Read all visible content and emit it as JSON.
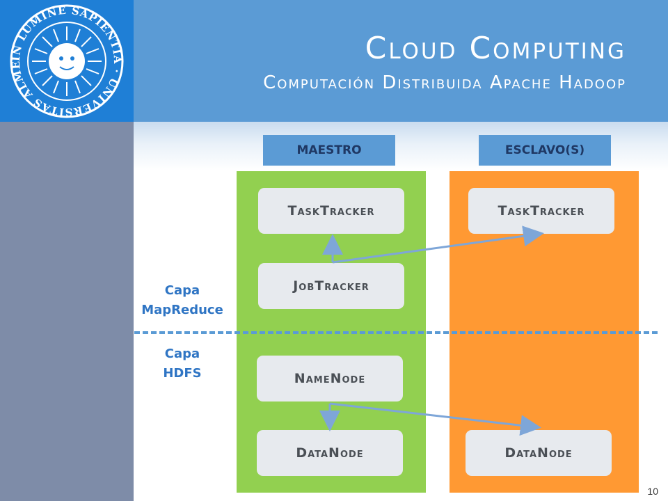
{
  "header": {
    "title": "Cloud Computing",
    "subtitle": "Computación Distribuida Apache Hadoop"
  },
  "logo": {
    "text": "IN LUMINE SAPIENTIA · UNIVERSITAS ALMERIENSIS"
  },
  "columns": {
    "master": "MAESTRO",
    "slave": "ESCLAVO(S)"
  },
  "nodes": {
    "master_tasktracker": "TaskTracker",
    "master_jobtracker": "JobTracker",
    "master_namenode": "NameNode",
    "master_datanode": "DataNode",
    "slave_tasktracker": "TaskTracker",
    "slave_datanode": "DataNode"
  },
  "layers": {
    "mapreduce_line1": "Capa",
    "mapreduce_line2": "MapReduce",
    "hdfs_line1": "Capa",
    "hdfs_line2": "HDFS"
  },
  "colors": {
    "header": "#5b9bd5",
    "master_panel": "#92d050",
    "slave_panel": "#ff9933",
    "arrow": "#7ea6d8"
  },
  "page_number": "10"
}
